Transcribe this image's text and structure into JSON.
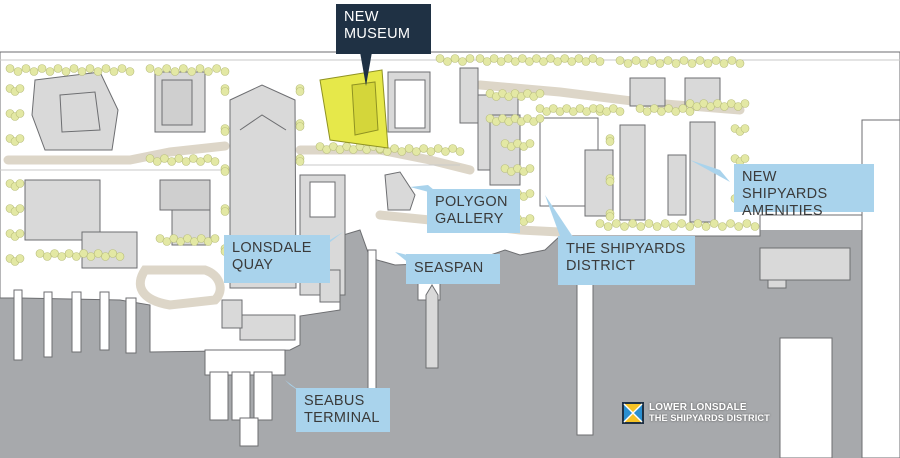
{
  "map": {
    "colors": {
      "water": "#a7a9ac",
      "land": "#ffffff",
      "building_fill": "#d9d9d9",
      "building_stroke": "#6d6e71",
      "path": "#ddd6c8",
      "tree": "#e3e8a4",
      "highlight": "#e6e84a",
      "label_fill": "#a9d3ec",
      "museum_label_fill": "#1f3144"
    },
    "labels": {
      "new_museum": "NEW\nMUSEUM",
      "polygon_gallery": "POLYGON\nGALLERY",
      "new_shipyards_amenities": "NEW SHIPYARDS\nAMENITIES",
      "lonsdale_quay": "LONSDALE\nQUAY",
      "seaspan": "SEASPAN",
      "shipyards_district": "THE SHIPYARDS\nDISTRICT",
      "seabus_terminal": "SEABUS\nTERMINAL"
    },
    "logo": {
      "line1": "LOWER LONSDALE",
      "line2": "THE SHIPYARDS DISTRICT",
      "colors": [
        "#f6c325",
        "#2a8fd0",
        "#ffffff",
        "#1f3144"
      ]
    }
  }
}
